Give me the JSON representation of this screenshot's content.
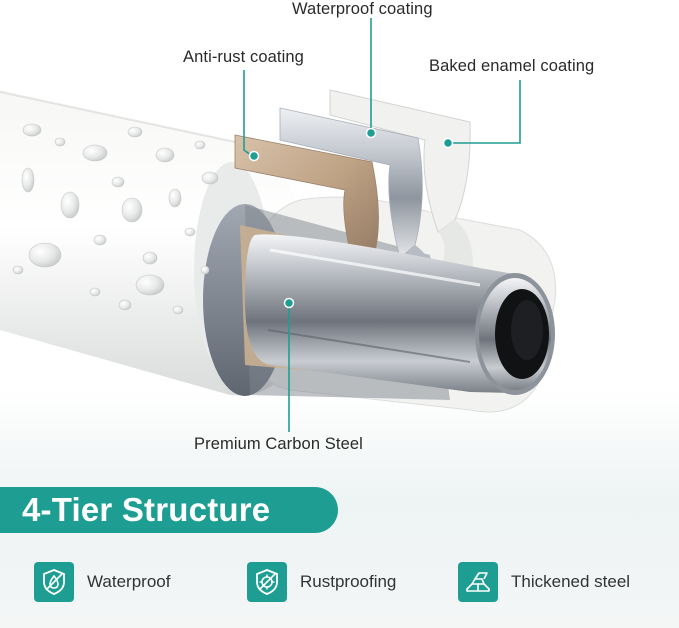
{
  "callouts": {
    "waterproof_coating": "Waterproof coating",
    "anti_rust_coating": "Anti-rust coating",
    "baked_enamel_coating": "Baked enamel coating",
    "premium_carbon_steel": "Premium Carbon Steel"
  },
  "title": "4-Tier Structure",
  "features": [
    {
      "label": "Waterproof",
      "icon": "waterproof-shield-icon"
    },
    {
      "label": "Rustproofing",
      "icon": "rustproof-shield-icon"
    },
    {
      "label": "Thickened steel",
      "icon": "steel-bars-icon"
    }
  ],
  "colors": {
    "accent": "#1e9e93",
    "text": "#2a2a2a"
  }
}
